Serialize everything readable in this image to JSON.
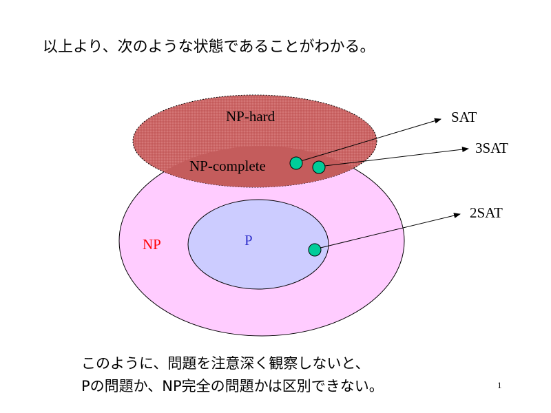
{
  "slide": {
    "heading": "以上より、次のような状態であることがわかる。",
    "caption_line1": "このように、問題を注意深く観察しないと、",
    "caption_line2": "Pの問題か、NP完全の問題かは区別できない。",
    "page_number": "1"
  },
  "diagram": {
    "sets": {
      "np": {
        "label": "NP",
        "fill": "#ffccff",
        "label_color": "#ff0000"
      },
      "p": {
        "label": "P",
        "fill": "#ccccff",
        "label_color": "#3333cc"
      },
      "np_hard": {
        "label": "NP-hard",
        "fill": "#cc6666"
      },
      "np_complete": {
        "label": "NP-complete",
        "fill": "#cc6666"
      }
    },
    "problems": [
      {
        "label": "SAT",
        "point_color": "#00cc99"
      },
      {
        "label": "3SAT",
        "point_color": "#00cc99"
      },
      {
        "label": "2SAT",
        "point_color": "#00cc99"
      }
    ]
  }
}
